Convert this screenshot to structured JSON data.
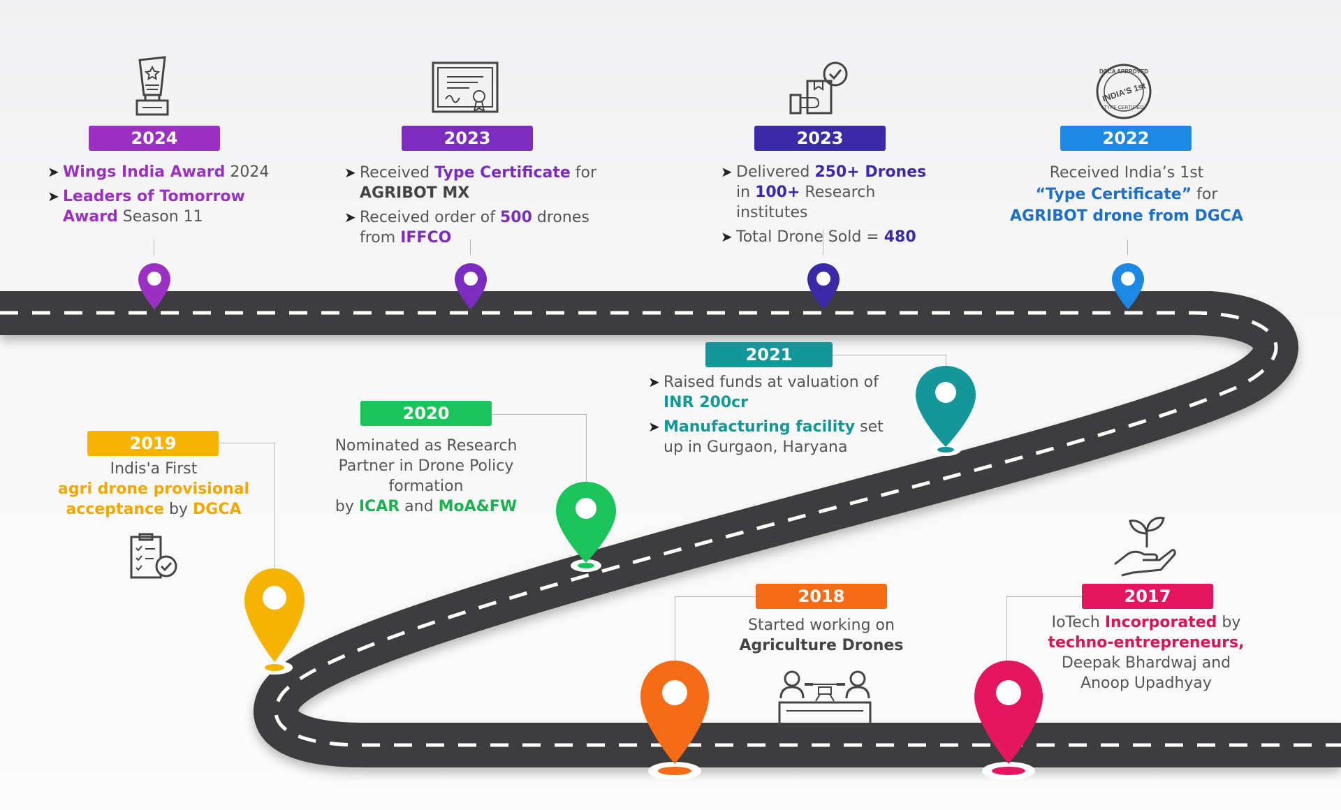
{
  "colors": {
    "purple": "#9a31c3",
    "violet": "#7b2cbf",
    "indigo": "#3a2aa8",
    "blue": "#1e88e5",
    "teal": "#15979a",
    "green": "#1bc45a",
    "yellow": "#f5b400",
    "orange": "#f56b16",
    "pink": "#e3165f",
    "road": "#3d3d3f"
  },
  "icons": [
    "trophy-icon",
    "certificate-icon",
    "drone-box-icon",
    "dgca-seal-icon",
    "clipboard-check-icon",
    "hand-sprout-icon",
    "drone-team-icon"
  ],
  "seal": {
    "top": "DGCA APPROVED",
    "mid": "INDIA'S 1st",
    "bottom": "TYPE CERTIFIED"
  },
  "milestones": {
    "m2024": {
      "year": "2024",
      "r1": {
        "hl": "Wings India Award",
        "rest": " 2024"
      },
      "r2": {
        "hl": "Leaders of Tomorrow Award",
        "rest": " Season 11"
      }
    },
    "m2023a": {
      "year": "2023",
      "r1": {
        "a": "Received ",
        "hl": "Type Certificate",
        "b": " for ",
        "dark": "AGRIBOT MX"
      },
      "r2": {
        "a": "Received order of ",
        "hl": "500",
        "b": " drones from ",
        "hl2": "IFFCO"
      }
    },
    "m2023b": {
      "year": "2023",
      "r1": {
        "a": "Delivered ",
        "hl": "250+ Drones",
        "b": " in ",
        "hl2": "100+",
        "c": " Research institutes"
      },
      "r2": {
        "a": "Total Drone Sold = ",
        "hl": "480"
      }
    },
    "m2022": {
      "year": "2022",
      "l1": "Received India’s 1st",
      "l2hl": "“Type Certificate”",
      "l2rest": " for",
      "l3": "AGRIBOT drone from DGCA"
    },
    "m2021": {
      "year": "2021",
      "r1": {
        "a": "Raised funds at valuation of ",
        "hl": "INR 200cr"
      },
      "r2": {
        "hl": "Manufacturing facility",
        "rest": " set up in Gurgaon, Haryana"
      }
    },
    "m2020": {
      "year": "2020",
      "l1": "Nominated as Research",
      "l2": "Partner in Drone Policy",
      "l3": "formation",
      "l4a": "by ",
      "l4hl": "ICAR",
      "l4b": " and ",
      "l4hl2": "MoA&FW"
    },
    "m2019": {
      "year": "2019",
      "l1": "Indis'a First",
      "l2": "agri drone provisional",
      "l3hl": "acceptance",
      "l3b": " by ",
      "l3hl2": "DGCA"
    },
    "m2018": {
      "year": "2018",
      "l1": "Started working on",
      "l2": "Agriculture Drones"
    },
    "m2017": {
      "year": "2017",
      "l1a": "IoTech ",
      "l1hl": "Incorporated",
      "l1b": " by",
      "l2": "techno-entrepreneurs,",
      "l3": "Deepak Bhardwaj and",
      "l4": "Anoop Upadhyay"
    }
  }
}
